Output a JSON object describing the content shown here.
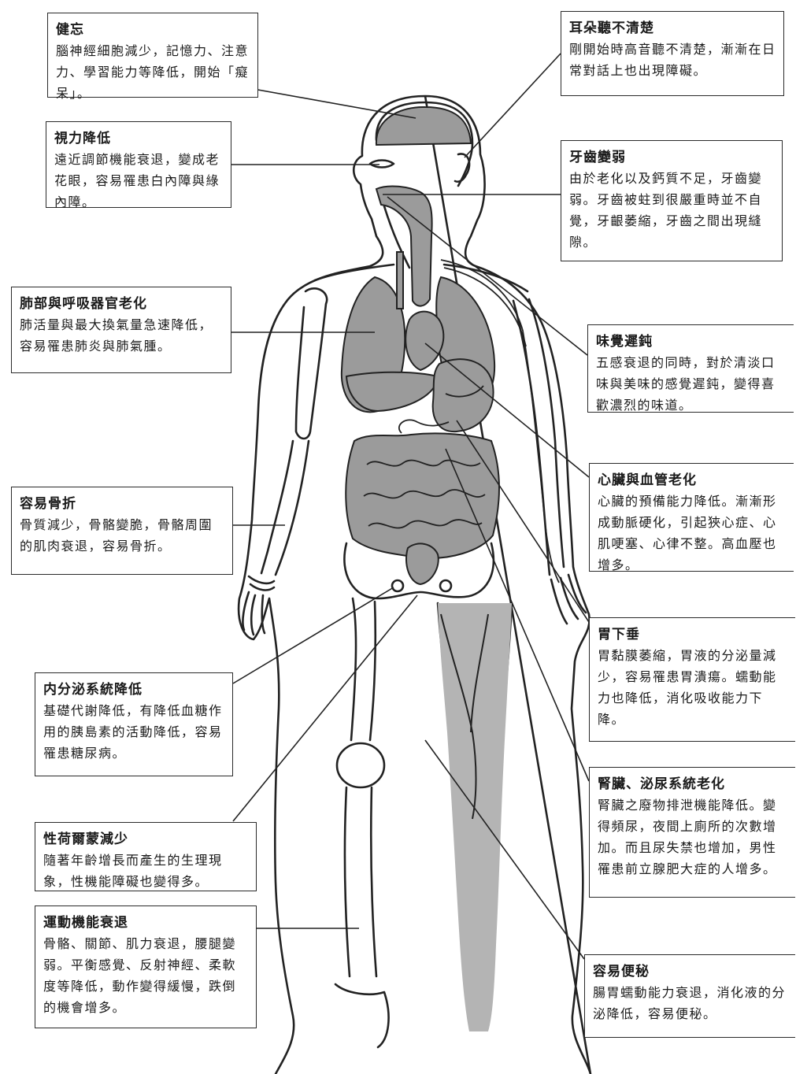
{
  "colors": {
    "line": "#222222",
    "organ": "#9b9b9b",
    "organ_dark": "#8a8a8a",
    "leg": "#b4b4b4",
    "paper": "#ffffff"
  },
  "labels": {
    "forgetfulness": {
      "title": "健忘",
      "body": "腦神經細胞減少，記憶力、注意力、學習能力等降低，開始「癡呆」。"
    },
    "vision": {
      "title": "視力降低",
      "body": "遠近調節機能衰退，變成老花眼，容易罹患白內障與綠內障。"
    },
    "lungs": {
      "title": "肺部與呼吸器官老化",
      "body": "肺活量與最大換氣量急速降低，容易罹患肺炎與肺氣腫。"
    },
    "fracture": {
      "title": "容易骨折",
      "body": "骨質減少，骨骼變脆，骨骼周圍的肌肉衰退，容易骨折。"
    },
    "endocrine": {
      "title": "内分泌系統降低",
      "body": "基礎代謝降低，有降低血糖作用的胰島素的活動降低，容易罹患糖尿病。"
    },
    "hormone": {
      "title": "性荷爾蒙減少",
      "body": "隨著年齡增長而產生的生理現象，性機能障礙也變得多。"
    },
    "motor": {
      "title": "運動機能衰退",
      "body": "骨骼、關節、肌力衰退，腰腿變弱。平衡感覺、反射神經、柔軟度等降低，動作變得緩慢，跌倒的機會增多。"
    },
    "hearing": {
      "title": "耳朵聽不清楚",
      "body": "剛開始時高音聽不清楚，漸漸在日常對話上也出現障礙。"
    },
    "teeth": {
      "title": "牙齒變弱",
      "body": "由於老化以及鈣質不足，牙齒變弱。牙齒被蛀到很嚴重時並不自覺，牙齦萎縮，牙齒之間出現縫隙。"
    },
    "taste": {
      "title": "味覺遲鈍",
      "body": "五感衰退的同時，對於清淡口味與美味的感覺遲鈍，變得喜歡濃烈的味道。"
    },
    "heart": {
      "title": "心臟與血管老化",
      "body": "心臟的預備能力降低。漸漸形成動脈硬化，引起狹心症、心肌哽塞、心律不整。高血壓也增多。"
    },
    "stomach": {
      "title": "胃下垂",
      "body": "胃黏膜萎縮，胃液的分泌量減少，容易罹患胃潰瘍。蠕動能力也降低，消化吸收能力下降。"
    },
    "kidney": {
      "title": "腎臟、泌尿系統老化",
      "body": "腎臟之廢物排泄機能降低。變得頻尿，夜間上廁所的次數增加。而且尿失禁也增加，男性罹患前立腺肥大症的人增多。"
    },
    "constipation": {
      "title": "容易便秘",
      "body": "腸胃蠕動能力衰退，消化液的分泌降低，容易便秘。"
    }
  }
}
